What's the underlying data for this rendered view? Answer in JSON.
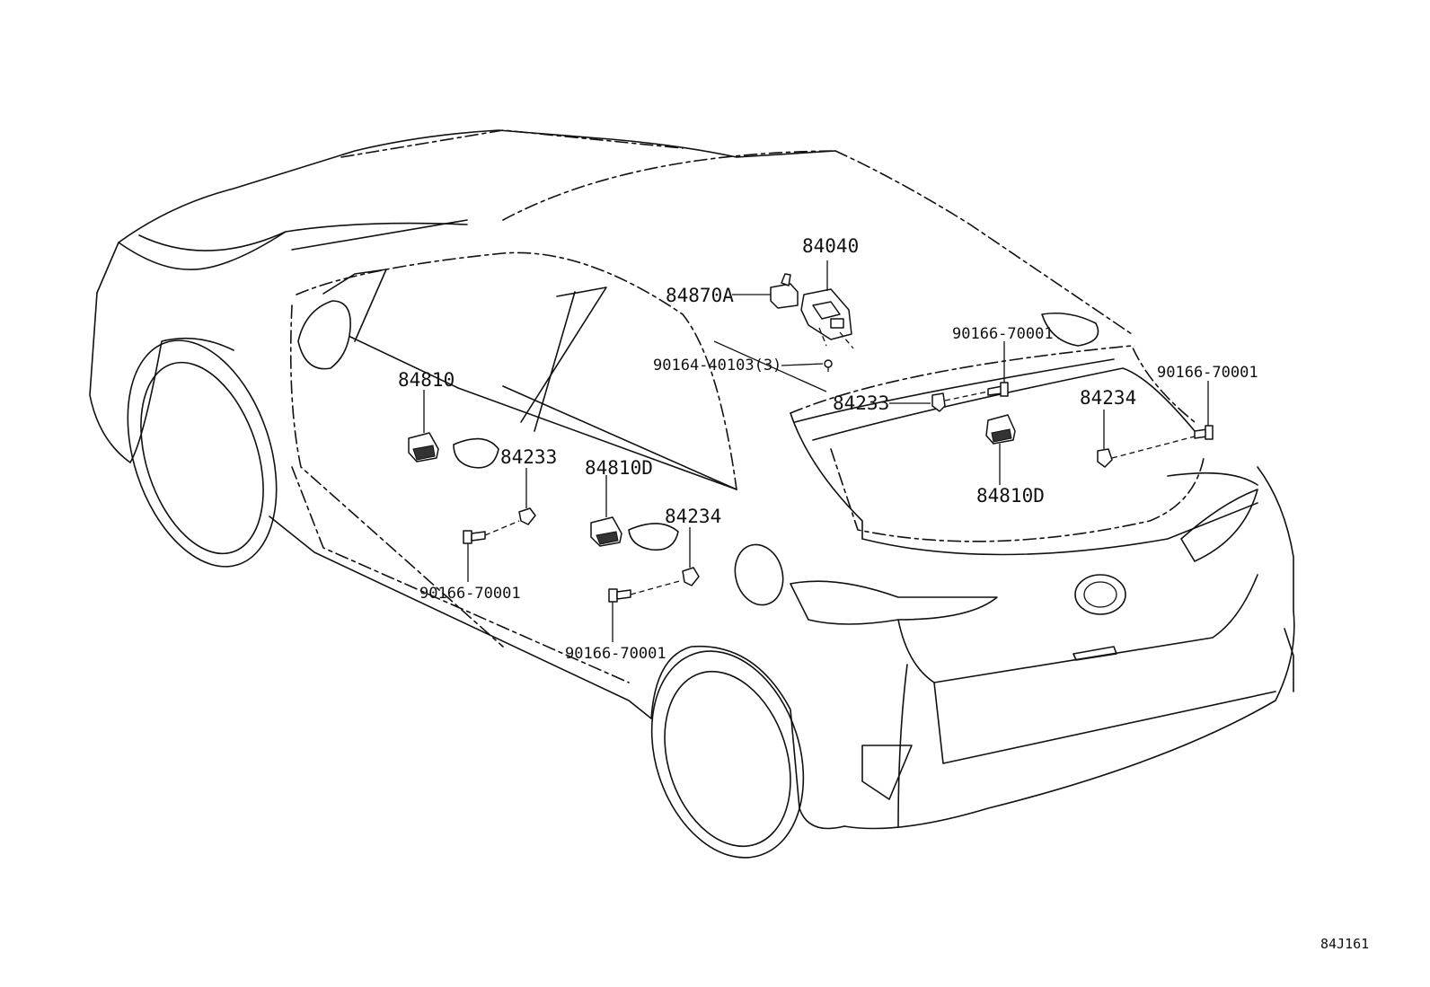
{
  "figure_ref": "84J161",
  "callouts": {
    "switch_84040": "84040",
    "part_84870A": "84870A",
    "screw_90164_40103": "90164-40103(3)",
    "clip_84233_top": "84233",
    "screw_90166_top": "90166-70001",
    "screw_90166_right": "90166-70001",
    "clip_84234_right": "84234",
    "switch_84810D_rear": "84810D",
    "switch_84810_front": "84810",
    "clip_84233_front": "84233",
    "screw_90166_front": "90166-70001",
    "switch_84810D_rear_door": "84810D",
    "clip_84234_rear_door": "84234",
    "screw_90166_rear_door": "90166-70001"
  }
}
